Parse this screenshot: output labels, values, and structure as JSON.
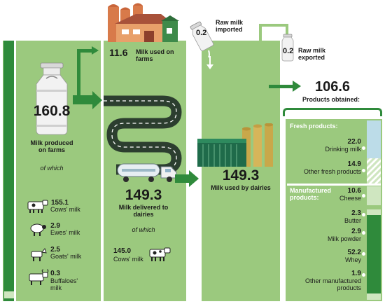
{
  "produced": {
    "value": "160.8",
    "label": "Milk produced on farms",
    "of_which": "of which",
    "items": [
      {
        "value": "155.1",
        "label": "Cows' milk",
        "icon": "cow-icon"
      },
      {
        "value": "2.9",
        "label": "Ewes' milk",
        "icon": "sheep-icon"
      },
      {
        "value": "2.5",
        "label": "Goats' milk",
        "icon": "goat-icon"
      },
      {
        "value": "0.3",
        "label": "Buffaloes' milk",
        "icon": "buffalo-icon"
      }
    ]
  },
  "farms_use": {
    "value": "11.6",
    "label": "Milk used on farms"
  },
  "delivered": {
    "value": "149.3",
    "label": "Milk delivered to dairies",
    "of_which": "of which",
    "cows_value": "145.0",
    "cows_label": "Cows' milk"
  },
  "imported": {
    "value": "0.2",
    "label": "Raw milk imported"
  },
  "exported": {
    "value": "0.2",
    "label": "Raw milk exported"
  },
  "dairies": {
    "value": "149.3",
    "label": "Milk used by dairies"
  },
  "obtained": {
    "value": "106.6",
    "label": "Products obtained:"
  },
  "fresh": {
    "title": "Fresh products:",
    "items": [
      {
        "value": "22.0",
        "label": "Drinking milk"
      },
      {
        "value": "14.9",
        "label": "Other fresh products"
      }
    ]
  },
  "manufactured": {
    "title": "Manufactured products:",
    "items": [
      {
        "value": "10.6",
        "label": "Cheese"
      },
      {
        "value": "2.3",
        "label": "Butter"
      },
      {
        "value": "2.9",
        "label": "Milk powder"
      },
      {
        "value": "52.2",
        "label": "Whey"
      },
      {
        "value": "1.9",
        "label": "Other manufactured products"
      }
    ]
  },
  "colors": {
    "panel": "#9bc97e",
    "dark_green": "#2f8a3b",
    "light_green": "#cfe6c0",
    "light_blue": "#bcdce8",
    "road": "#2c3e2f"
  }
}
